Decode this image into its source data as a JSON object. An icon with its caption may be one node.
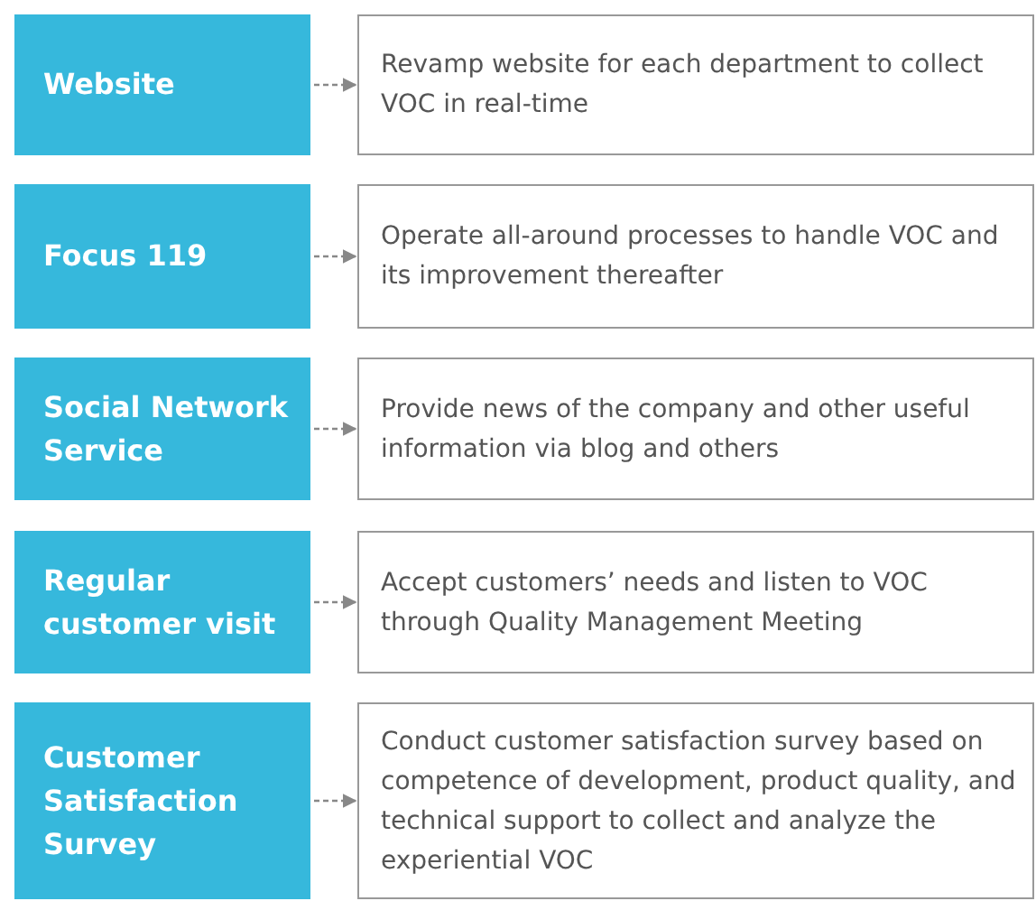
{
  "diagram": {
    "nodes": [
      {
        "text": [
          "Website"
        ]
      },
      {
        "text": [
          "Revamp website for each department to collect VOC in real-time"
        ]
      },
      {
        "text": [
          "Focus 119"
        ]
      },
      {
        "text": [
          "Operate all-around processes to handle VOC and its improvement thereafter"
        ]
      },
      {
        "text": [
          "Social Network Service"
        ]
      },
      {
        "text": [
          "Provide news of the company and other useful information via blog and others"
        ]
      },
      {
        "text": [
          "Regular customer visit"
        ]
      },
      {
        "text": [
          "Accept customers’ needs and listen to VOC through Quality Management Meeting"
        ]
      },
      {
        "text": [
          "Customer Satisfaction Survey"
        ]
      },
      {
        "text": [
          "Conduct customer satisfaction survey based on competence of development, product quality, and technical support to collect and analyze the experiential VOC"
        ]
      }
    ],
    "edges": [
      {
        "from": 0,
        "to": 1,
        "arrow": "to",
        "style": "dashed"
      },
      {
        "from": 2,
        "to": 3,
        "arrow": "to",
        "style": "dashed"
      },
      {
        "from": 4,
        "to": 5,
        "arrow": "to",
        "style": "dashed"
      },
      {
        "from": 6,
        "to": 7,
        "arrow": "to",
        "style": "dashed"
      },
      {
        "from": 8,
        "to": 9,
        "arrow": "to",
        "style": "dashed"
      }
    ]
  }
}
